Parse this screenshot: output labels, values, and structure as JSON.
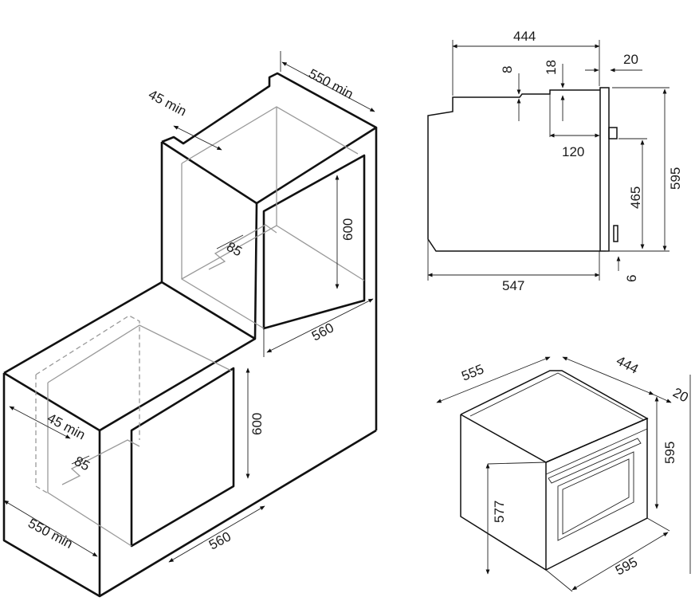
{
  "colors": {
    "line": "#111111",
    "hidden": "#9a9a9a",
    "text": "#1a1a1a"
  },
  "top_cabinet": {
    "depth_min": "550 min",
    "gap_min": "45 min",
    "height": "600",
    "width": "560",
    "cutout": "85"
  },
  "bottom_cabinet": {
    "gap_min": "45 min",
    "height": "600",
    "width": "560",
    "cutout": "85",
    "depth_min": "550 min"
  },
  "side_view": {
    "overall_depth": "444",
    "step_8": "8",
    "step_18": "18",
    "panel_20": "20",
    "offset_120": "120",
    "height_595": "595",
    "height_465": "465",
    "body_depth": "547",
    "bottom_6": "6"
  },
  "iso_view": {
    "depth_555": "555",
    "depth_444": "444",
    "panel_20": "20",
    "height_595": "595",
    "body_height_577": "577",
    "width_595": "595"
  }
}
